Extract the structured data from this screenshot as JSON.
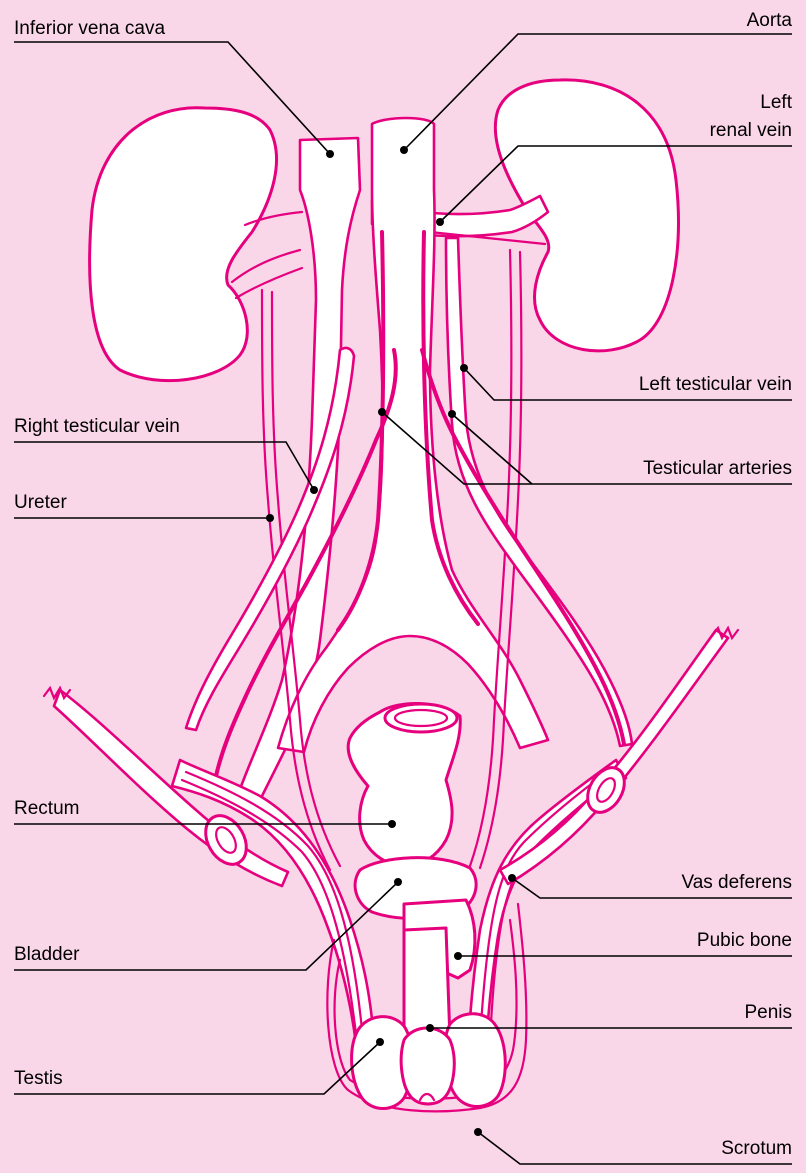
{
  "colors": {
    "background": "#f9d6e8",
    "outline": "#e6007e",
    "fill": "#ffffff",
    "text": "#000000"
  },
  "labels": {
    "inferior_vena_cava": "Inferior vena cava",
    "aorta": "Aorta",
    "left_renal_vein_line1": "Left",
    "left_renal_vein_line2": "renal vein",
    "left_testicular_vein": "Left testicular vein",
    "right_testicular_vein": "Right testicular vein",
    "testicular_arteries": "Testicular arteries",
    "ureter": "Ureter",
    "rectum": "Rectum",
    "vas_deferens": "Vas deferens",
    "bladder": "Bladder",
    "pubic_bone": "Pubic bone",
    "penis": "Penis",
    "testis": "Testis",
    "scrotum": "Scrotum"
  }
}
